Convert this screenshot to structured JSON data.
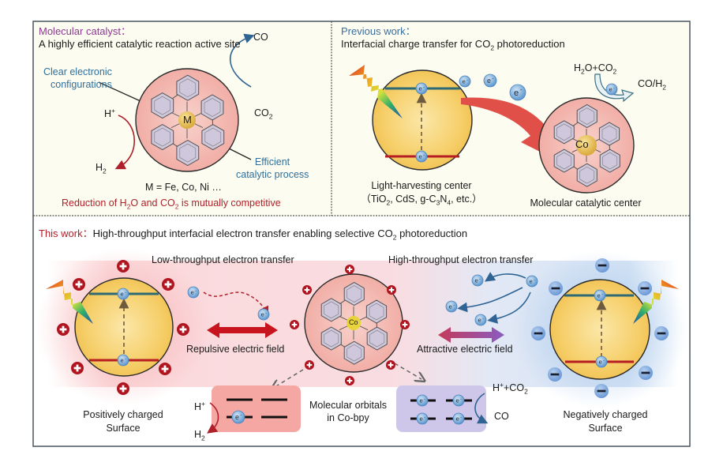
{
  "panels": {
    "molecular_catalyst": {
      "heading": "Molecular catalyst：",
      "subtitle": "A highly efficient catalytic reaction active site",
      "label_clear": [
        "Clear electronic",
        "configurations"
      ],
      "label_efficient": [
        "Efficient",
        "catalytic process"
      ],
      "metal_symbol": "M",
      "metal_list": "M = Fe, Co, Ni …",
      "co_product": "CO",
      "co2_reactant": "CO",
      "co2_sub": "2",
      "h_plus": "H",
      "h_plus_sup": "+",
      "h2": "H",
      "h2_sub": "2",
      "competition_a": "Reduction of H",
      "competition_b": "2",
      "competition_c": "O and CO",
      "competition_d": "2",
      "competition_e": " is mutually competitive"
    },
    "previous_work": {
      "heading": "Previous work：",
      "subtitle_a": "Interfacial charge transfer for CO",
      "subtitle_sub": "2",
      "subtitle_b": " photoreduction",
      "light_center": "Light-harvesting center",
      "materials_a": "（TiO",
      "materials_b": "2",
      "materials_c": ", CdS, g-C",
      "materials_d": "3",
      "materials_e": "N",
      "materials_f": "4",
      "materials_g": ", etc.）",
      "catalytic_center": "Molecular catalytic center",
      "metal_symbol": "Co",
      "reactants_a": "H",
      "reactants_b": "2",
      "reactants_c": "O+CO",
      "reactants_d": "2",
      "products_a": "CO/H",
      "products_b": "2",
      "electron": "e"
    },
    "this_work": {
      "heading": "This work：",
      "subtitle_a": "High-throughput interfacial electron transfer enabling selective CO",
      "subtitle_sub": "2",
      "subtitle_b": " photoreduction",
      "low_throughput": "Low-throughput electron transfer",
      "high_throughput": "High-throughput electron transfer",
      "repulsive": "Repulsive electric field",
      "attractive": "Attractive electric field",
      "positive_surface": [
        "Positively charged",
        "Surface"
      ],
      "negative_surface": [
        "Negatively charged",
        "Surface"
      ],
      "orbitals_label": [
        "Molecular orbitals",
        "in Co-bpy"
      ],
      "metal_symbol": "Co",
      "left_h_plus": "H",
      "left_h_plus_sup": "+",
      "left_h2": "H",
      "left_h2_sub": "2",
      "right_reactants_a": "H",
      "right_reactants_b": "+",
      "right_reactants_c": "+CO",
      "right_reactants_d": "2",
      "right_product": "CO"
    }
  },
  "colors": {
    "panel_bg": "#fdfcf1",
    "border": "#4a5560",
    "molecule_fill": "#f3b9b2",
    "semiconductor_fill": "#f6cd63",
    "conduction_band": "#2e6a74",
    "valence_band": "#b61e22",
    "electron": "#7fb0dc",
    "positive_charge": "#b0141e",
    "negative_charge": "#7ea8dc",
    "purple_heading": "#8a3a8e",
    "blue_heading": "#2f6f9a",
    "red_text": "#b0202a"
  },
  "icons": {
    "lightning": "lightning-bolt-icon",
    "electron": "electron-icon",
    "plus": "plus-charge-icon",
    "minus": "minus-charge-icon"
  }
}
